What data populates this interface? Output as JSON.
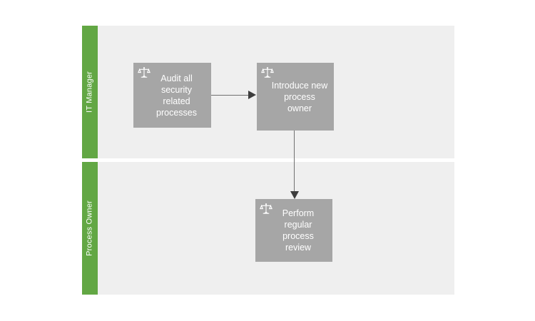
{
  "diagram": {
    "type": "swimlane-flowchart",
    "background_color": "#ffffff",
    "lane_header_color": "#62a744",
    "lane_body_color": "#efefef",
    "task_color": "#a6a6a6",
    "task_text_color": "#ffffff",
    "connector_color": "#707070",
    "arrowhead_color": "#3d3d3d",
    "lanes": [
      {
        "id": "lane-it-manager",
        "label": "IT Manager"
      },
      {
        "id": "lane-process-owner",
        "label": "Process Owner"
      }
    ],
    "tasks": [
      {
        "id": "task-audit",
        "lane": "IT Manager",
        "label": "Audit all security related processes",
        "icon": "scales-icon"
      },
      {
        "id": "task-introduce",
        "lane": "IT Manager",
        "label": "Introduce new process owner",
        "icon": "scales-icon"
      },
      {
        "id": "task-review",
        "lane": "Process Owner",
        "label": "Perform regular process review",
        "icon": "scales-icon"
      }
    ],
    "connectors": [
      {
        "id": "conn-audit-to-introduce",
        "from": "task-audit",
        "to": "task-introduce",
        "direction": "right"
      },
      {
        "id": "conn-introduce-to-review",
        "from": "task-introduce",
        "to": "task-review",
        "direction": "down"
      }
    ]
  }
}
